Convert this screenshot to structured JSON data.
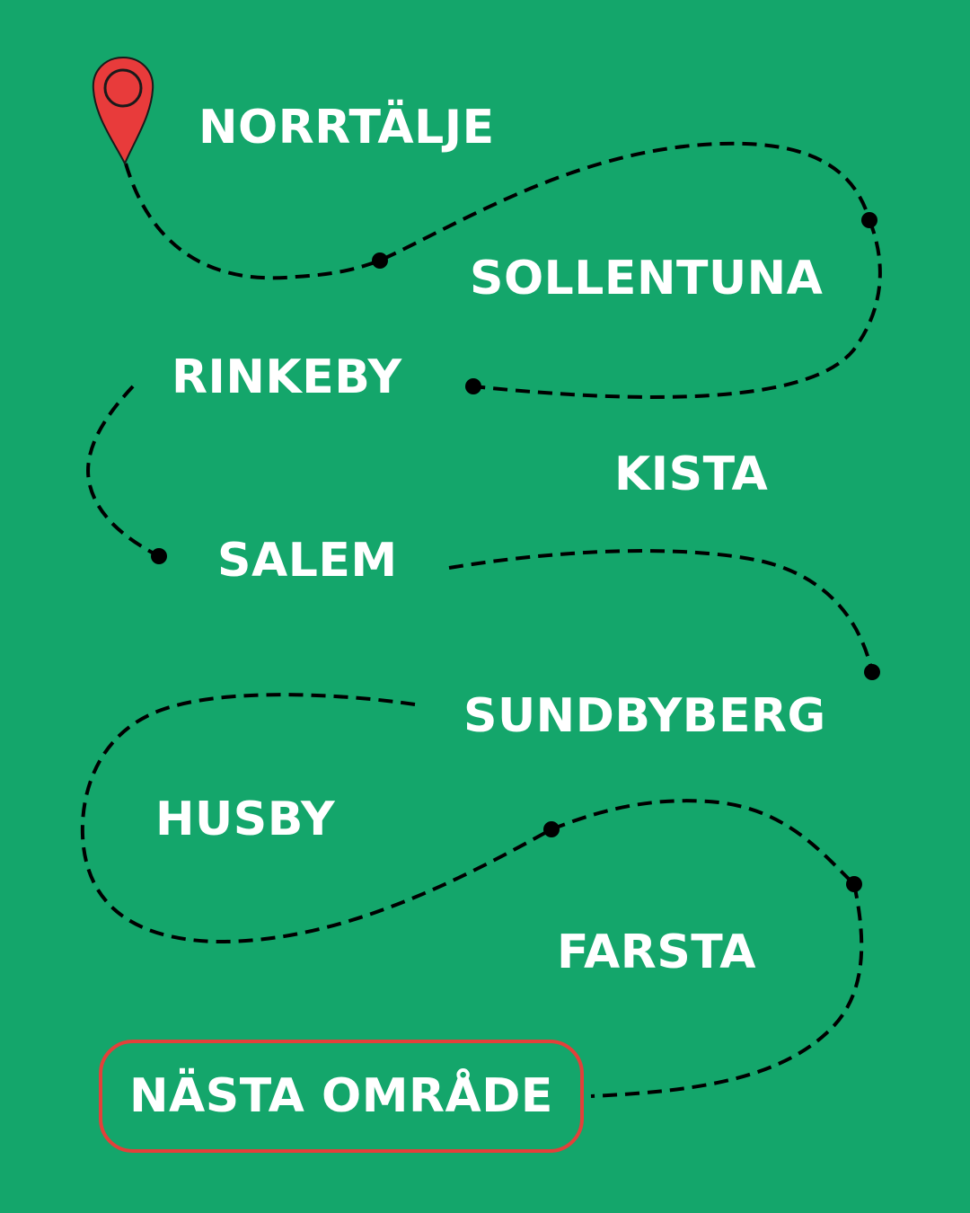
{
  "colors": {
    "background": "#14a66b",
    "text": "#ffffff",
    "path": "#000000",
    "pin": "#e83b3b",
    "button_border": "#e3403a"
  },
  "pin_icon": "map-pin-icon",
  "places": [
    "NORRTÄLJE",
    "SOLLENTUNA",
    "RINKEBY",
    "KISTA",
    "SALEM",
    "SUNDBYBERG",
    "HUSBY",
    "FARSTA"
  ],
  "next_button": {
    "label": "NÄSTA OMRÅDE"
  }
}
